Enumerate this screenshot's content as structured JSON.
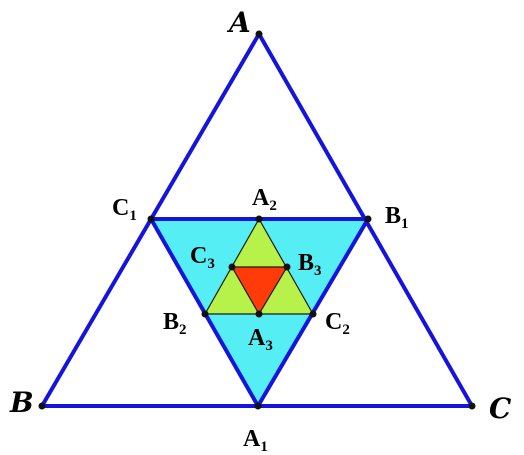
{
  "labels": {
    "A": "A",
    "B": "B",
    "C": "C",
    "A1": {
      "base": "A",
      "sub": "1"
    },
    "B1": {
      "base": "B",
      "sub": "1"
    },
    "C1": {
      "base": "C",
      "sub": "1"
    },
    "A2": {
      "base": "A",
      "sub": "2"
    },
    "B2": {
      "base": "B",
      "sub": "2"
    },
    "C2": {
      "base": "C",
      "sub": "2"
    },
    "A3": {
      "base": "A",
      "sub": "3"
    },
    "B3": {
      "base": "B",
      "sub": "3"
    },
    "C3": {
      "base": "C",
      "sub": "3"
    }
  },
  "colors": {
    "edge": "#1414dc",
    "fill_level1": "#55eef5",
    "fill_level2": "#b7f24a",
    "fill_level3": "#ff3b0a",
    "point": "#111111"
  }
}
